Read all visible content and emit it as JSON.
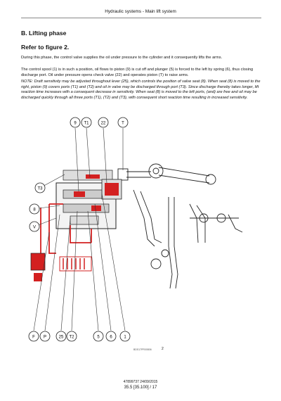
{
  "header": {
    "title": "Hydraulic systems - Main lift system"
  },
  "section": {
    "title": "B. Lifting phase",
    "subtitle": "Refer to figure 2."
  },
  "paragraphs": {
    "p1": "During this phase, the control valve supplies the oil under pressure to the cylinder and it consequently lifts the arms.",
    "p2": "The control spool (1) is in such a position, oil flows to piston (9) is cut off and plunger (5) is forced to the left by spring (6), thus closing discharge port. Oil under pressure opens check valve (22) and operates piston (T) to raise arms.",
    "note": "NOTE: Draft sensitivity may be adjusted throughout lever (25), which controls the position of valve seat (8). When seat (8) is moved to the right, piston (9) covers ports (T1) and (T2) and oil in valve may be discharged through port (T3). Since discharge thereby takes longer, lift reaction time increases with a consequent decrease in sensitivity. When seat (8) is moved to the left ports, (and) are free and oil may be discharged quickly through all three ports (T1), (T2) and (T3), with consequent short reaction time resulting in increased sensitivity."
  },
  "figure": {
    "callouts_top": [
      "9",
      "T1",
      "22",
      "T"
    ],
    "callouts_left": [
      "T3",
      "8",
      "V"
    ],
    "callouts_bottom": [
      "F",
      "P",
      "25",
      "T2",
      "5",
      "6",
      "1"
    ],
    "reference": "BDS17PR00806",
    "number": "2"
  },
  "footer": {
    "code": "47899737 24/09/2015",
    "page": "35.5 [35.100] / 17"
  },
  "colors": {
    "oil_pressure": "#d32020",
    "line": "#222222"
  }
}
